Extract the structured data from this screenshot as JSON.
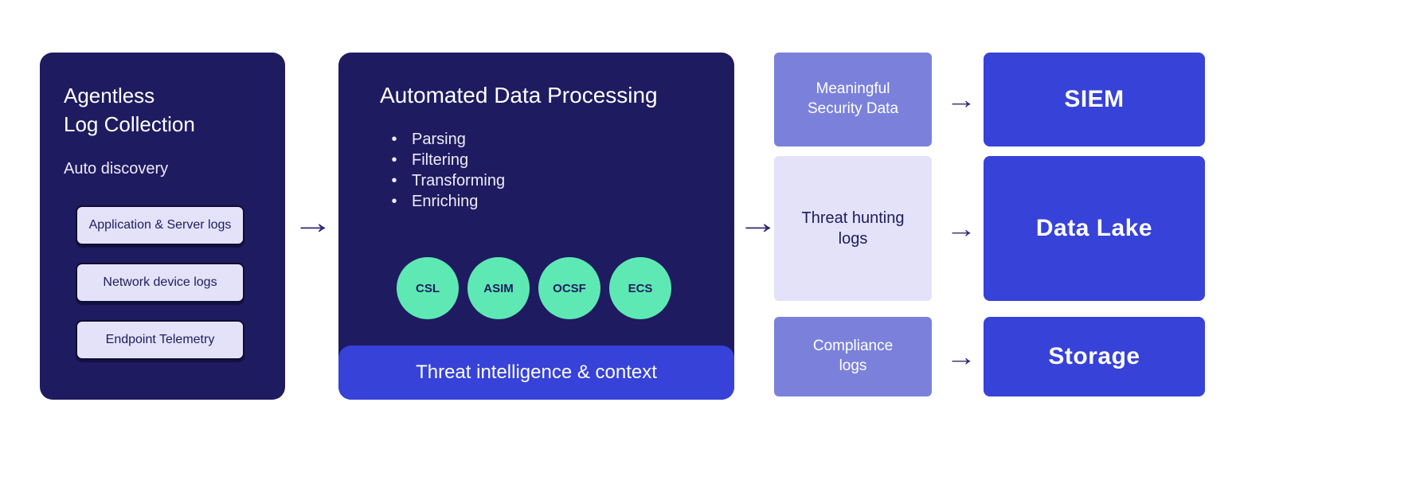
{
  "colors": {
    "navy": "#1f1b60",
    "bright_blue": "#3642d8",
    "periwinkle": "#7b81db",
    "lavender": "#e4e2f8",
    "mint": "#5ee9b4",
    "arrow": "#2e2b76"
  },
  "collection": {
    "title_line1": "Agentless",
    "title_line2": "Log Collection",
    "subtitle": "Auto discovery",
    "sources": [
      "Application & Server logs",
      "Network device logs",
      "Endpoint Telemetry"
    ]
  },
  "processing": {
    "title": "Automated Data Processing",
    "steps": [
      "Parsing",
      "Filtering",
      "Transforming",
      "Enriching"
    ],
    "schemas": [
      "CSL",
      "ASIM",
      "OCSF",
      "ECS"
    ],
    "banner": "Threat intelligence & context"
  },
  "outputs": [
    {
      "label": "Meaningful Security Data"
    },
    {
      "label": "Threat hunting logs"
    },
    {
      "label": "Compliance logs"
    }
  ],
  "destinations": [
    {
      "label": "SIEM"
    },
    {
      "label": "Data Lake"
    },
    {
      "label": "Storage"
    }
  ],
  "icons": {
    "arrow": "→"
  },
  "bullet": "•"
}
